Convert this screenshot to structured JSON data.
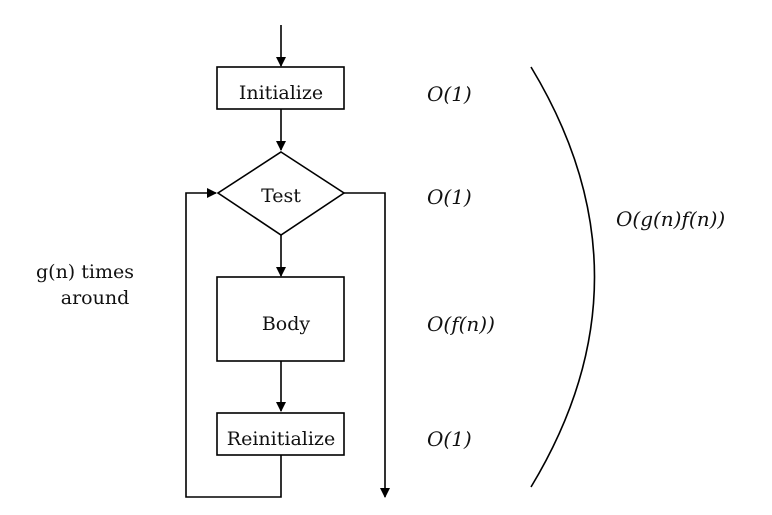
{
  "flowchart": {
    "nodes": {
      "initialize": {
        "label": "Initialize"
      },
      "test": {
        "label": "Test"
      },
      "body": {
        "label": "Body"
      },
      "reinitialize": {
        "label": "Reinitialize"
      }
    },
    "costs": {
      "initialize": "O(1)",
      "test": "O(1)",
      "body": "O(f(n))",
      "reinitialize": "O(1)"
    },
    "loop_note": {
      "line1": "g(n) times",
      "line2": "around"
    },
    "total_cost": "O(g(n)f(n))"
  }
}
